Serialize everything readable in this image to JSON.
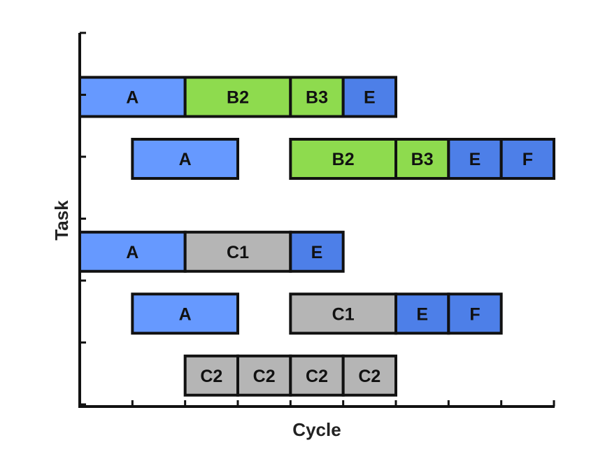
{
  "chart_data": {
    "type": "gantt",
    "xlabel": "Cycle",
    "ylabel": "Task",
    "xlim": [
      0,
      9
    ],
    "ylim": [
      0,
      6
    ],
    "x_tick_count": 10,
    "y_tick_count": 7,
    "grid": false,
    "colors": {
      "A": "#6699ff",
      "B2": "#8edb4e",
      "B3": "#8edb4e",
      "C1": "#b5b5b5",
      "C2": "#b5b5b5",
      "E": "#4d7fe8",
      "F": "#4d7fe8"
    },
    "rows": [
      {
        "y": 5,
        "segments": [
          {
            "label": "A",
            "start": 0,
            "end": 2
          },
          {
            "label": "B2",
            "start": 2,
            "end": 4
          },
          {
            "label": "B3",
            "start": 4,
            "end": 5
          },
          {
            "label": "E",
            "start": 5,
            "end": 6
          }
        ]
      },
      {
        "y": 4,
        "segments": [
          {
            "label": "A",
            "start": 1,
            "end": 3
          },
          {
            "label": "B2",
            "start": 4,
            "end": 6
          },
          {
            "label": "B3",
            "start": 6,
            "end": 7
          },
          {
            "label": "E",
            "start": 7,
            "end": 8
          },
          {
            "label": "F",
            "start": 8,
            "end": 9
          }
        ]
      },
      {
        "y": 2.5,
        "segments": [
          {
            "label": "A",
            "start": 0,
            "end": 2
          },
          {
            "label": "C1",
            "start": 2,
            "end": 4
          },
          {
            "label": "E",
            "start": 4,
            "end": 5
          }
        ]
      },
      {
        "y": 1.5,
        "segments": [
          {
            "label": "A",
            "start": 1,
            "end": 3
          },
          {
            "label": "C1",
            "start": 4,
            "end": 6
          },
          {
            "label": "E",
            "start": 6,
            "end": 7
          },
          {
            "label": "F",
            "start": 7,
            "end": 8
          }
        ]
      },
      {
        "y": 0.5,
        "segments": [
          {
            "label": "C2",
            "start": 2,
            "end": 3
          },
          {
            "label": "C2",
            "start": 3,
            "end": 4
          },
          {
            "label": "C2",
            "start": 4,
            "end": 5
          },
          {
            "label": "C2",
            "start": 5,
            "end": 6
          }
        ]
      }
    ]
  }
}
